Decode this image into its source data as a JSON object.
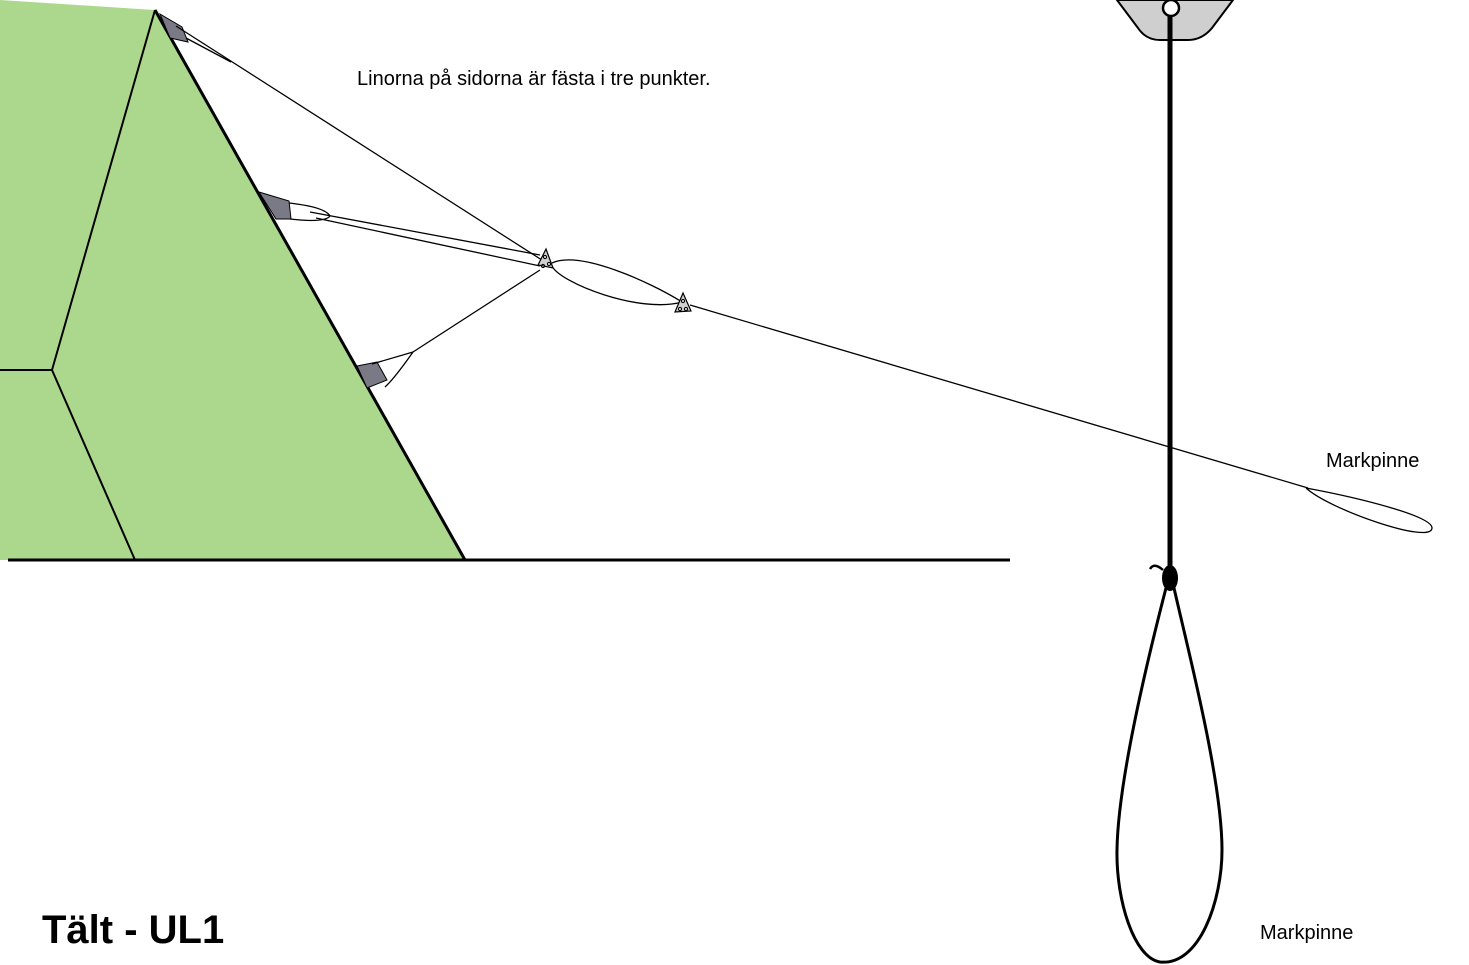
{
  "note": "Linorna på sidorna är fästa i tre punkter.",
  "labels": {
    "guyline_peg": "Markpinne",
    "loop_peg": "Markpinne"
  },
  "title": "Tält - UL1",
  "colors": {
    "tent": "#acd88e",
    "reinforcement": "#7a7a86",
    "tensioner": "#cfcfcf",
    "line": "#000000"
  }
}
